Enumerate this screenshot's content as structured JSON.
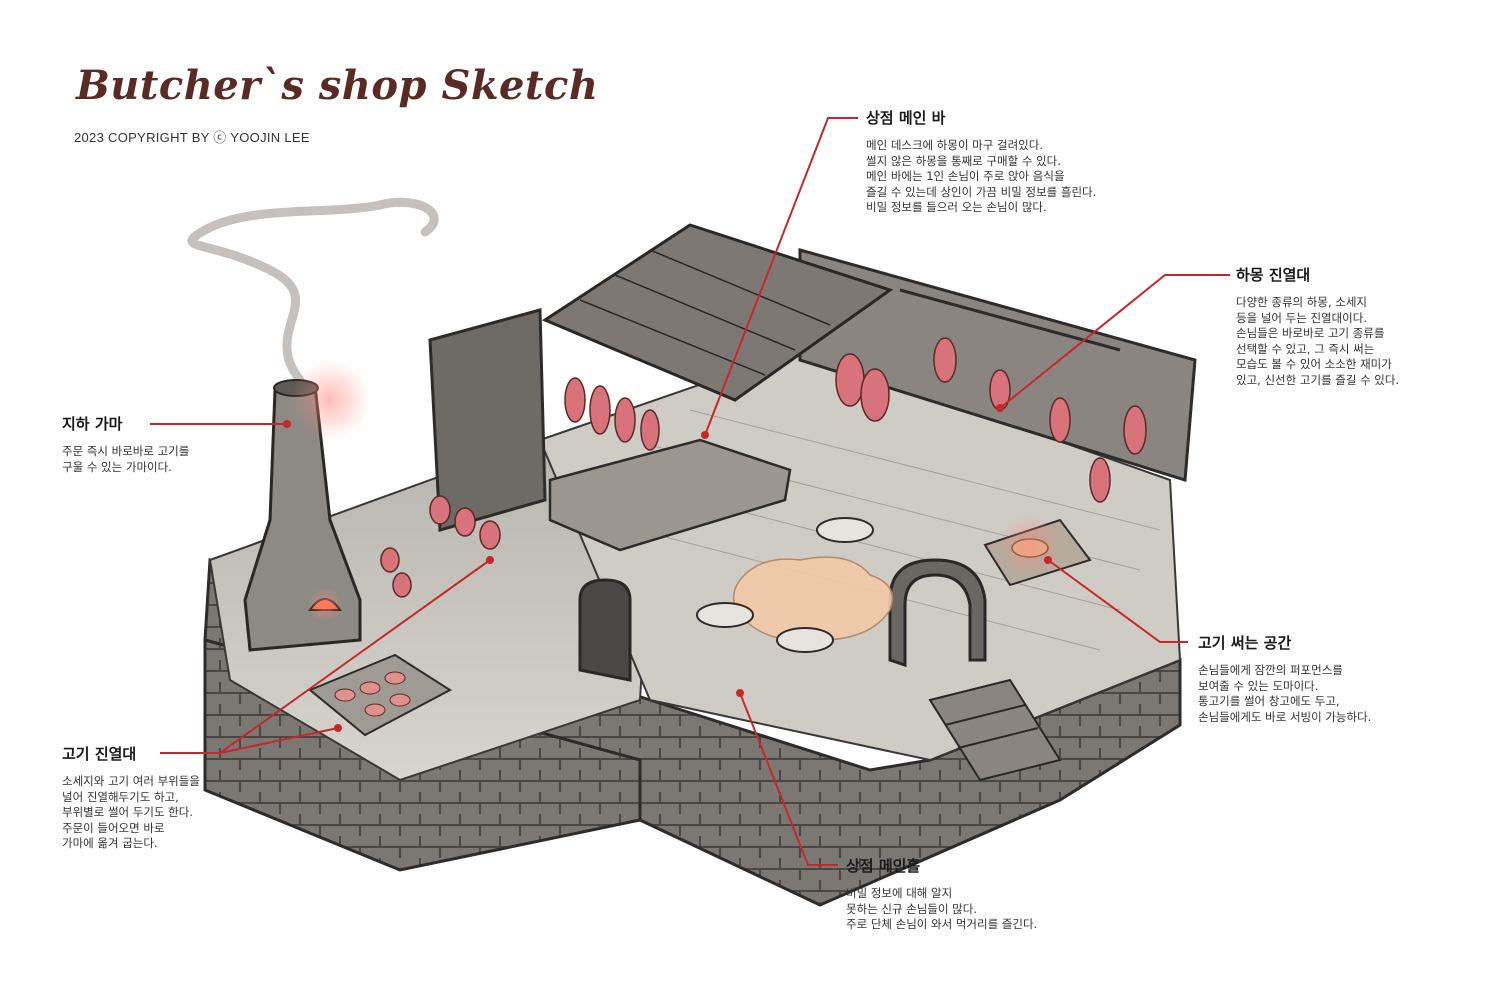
{
  "header": {
    "title": "Butcher`s shop Sketch",
    "copyright": "2023 COPYRIGHT BY ⓒ YOOJIN LEE"
  },
  "colors": {
    "title": "#5a2a24",
    "leader_line": "#c62828",
    "stone": "#8f8b87",
    "meat": "#d9737b"
  },
  "callouts": {
    "main_bar": {
      "title": "상점 메인 바",
      "lines": [
        "메인 데스크에 하몽이 마구 걸려있다.",
        "썰지 않은 하몽을 통째로 구매할 수 있다.",
        "메인 바에는 1인 손님이 주로 앉아 음식을",
        "즐길 수 있는데 상인이 가끔 비밀 정보를 흘린다.",
        "비밀 정보를 들으러 오는 손님이 많다."
      ]
    },
    "jamon_display": {
      "title": "하몽 진열대",
      "lines": [
        "다양한 종류의 하몽, 소세지",
        "등을 널어 두는 진열대이다.",
        "손님들은 바로바로 고기 종류를",
        "선택할 수 있고, 그 즉시 써는",
        "모습도 볼 수 있어 소소한 재미가",
        "있고, 신선한 고기를 즐길 수 있다."
      ]
    },
    "underground_kiln": {
      "title": "지하 가마",
      "lines": [
        "주문 즉시 바로바로 고기를",
        "구울 수 있는 가마이다."
      ]
    },
    "carving_space": {
      "title": "고기 써는 공간",
      "lines": [
        "손님들에게 잠깐의 퍼포먼스를",
        "보여줄 수 있는 도마이다.",
        "통고기를 썰어 창고에도 두고,",
        "손님들에게도 바로 서빙이 가능하다."
      ]
    },
    "meat_display": {
      "title": "고기 진열대",
      "lines": [
        "소세지와 고기 여러 부위들을",
        "널어 진열해두기도 하고,",
        "부위별로 썰어 두기도 한다.",
        "주문이 들어오면 바로",
        "가마에 옮겨 굽는다."
      ]
    },
    "main_hall": {
      "title": "상점 메인홀",
      "lines": [
        "비밀 정보에 대해 알지",
        "못하는 신규 손님들이 많다.",
        "주로 단체 손님이 와서 먹거리를 즐긴다."
      ]
    }
  }
}
